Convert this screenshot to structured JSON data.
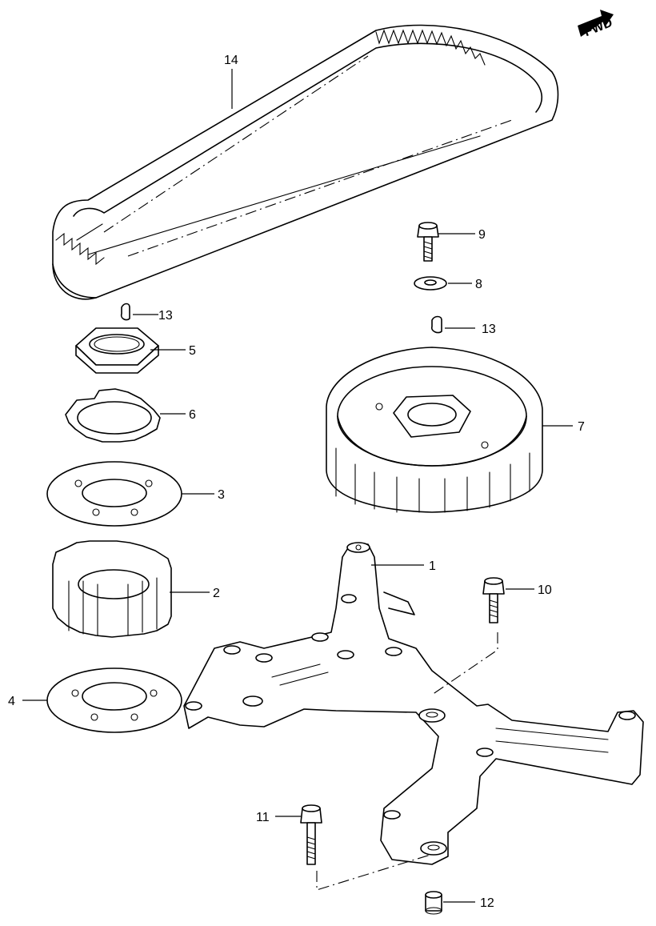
{
  "fwd_badge": "FWD",
  "callouts": {
    "c1": "1",
    "c2": "2",
    "c3": "3",
    "c4": "4",
    "c5": "5",
    "c6": "6",
    "c7": "7",
    "c8": "8",
    "c9": "9",
    "c10": "10",
    "c11": "11",
    "c12": "12",
    "c13a": "13",
    "c13b": "13",
    "c14": "14"
  }
}
